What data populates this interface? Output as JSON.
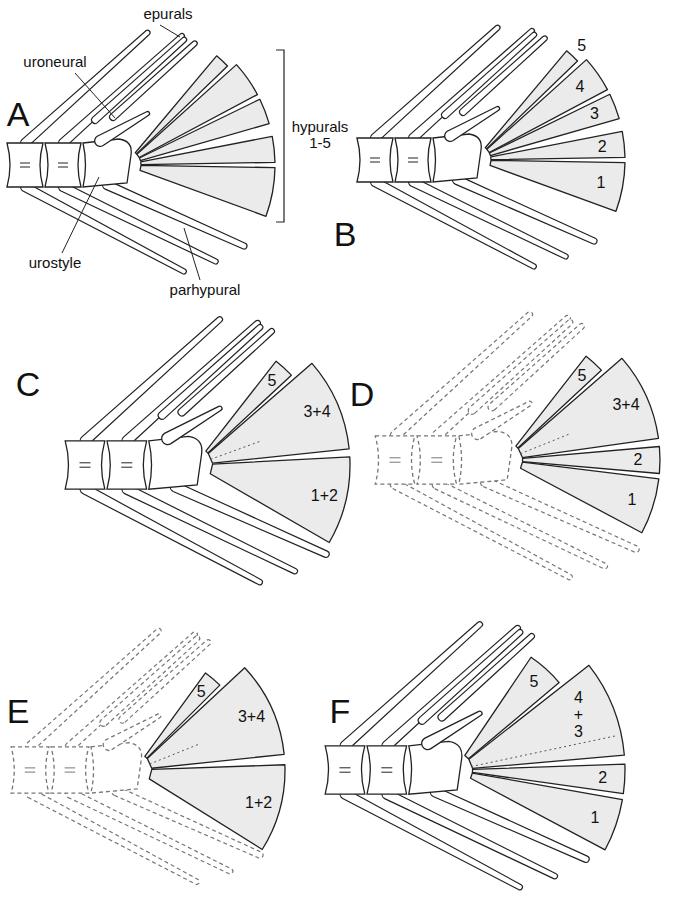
{
  "diagram": {
    "labels": [
      "epurals",
      "uroneural",
      "hypurals 1-5",
      "urostyle",
      "parhypural",
      "A",
      "5",
      "4",
      "3",
      "2",
      "1",
      "B",
      "5",
      "3+4",
      "1+2",
      "C",
      "5",
      "3+4",
      "2",
      "1",
      "D",
      "5",
      "3+4",
      "1+2",
      "E",
      "5",
      "4 + 3",
      "2",
      "1",
      "F"
    ]
  }
}
